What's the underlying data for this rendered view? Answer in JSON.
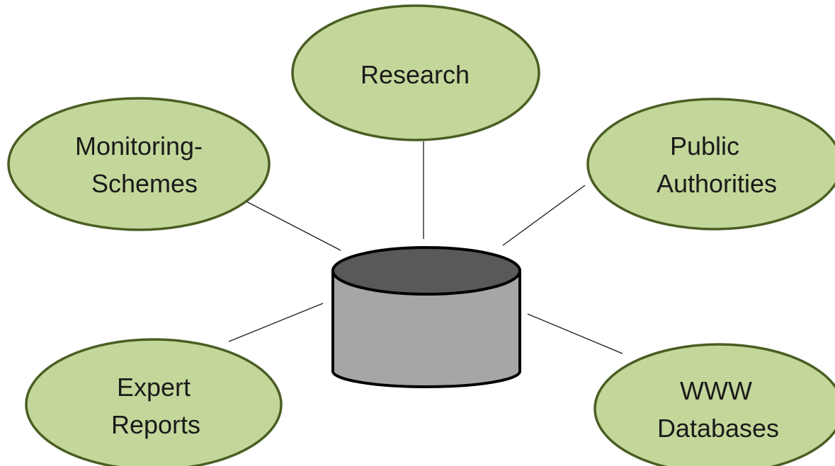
{
  "colors": {
    "node_fill": "#c4d79b",
    "node_stroke": "#4a5e23",
    "db_top": "#595959",
    "db_body": "#a6a6a6",
    "line": "#1a1a1a"
  },
  "database": {
    "icon": "database-cylinder-icon"
  },
  "nodes": {
    "research": {
      "line1": "Research",
      "line2": ""
    },
    "monitoring": {
      "line1": "Monitoring-",
      "line2": "Schemes"
    },
    "public": {
      "line1": "Public",
      "line2": "Authorities"
    },
    "expert": {
      "line1": "Expert",
      "line2": "Reports"
    },
    "www": {
      "line1": "WWW",
      "line2": "Databases"
    }
  }
}
